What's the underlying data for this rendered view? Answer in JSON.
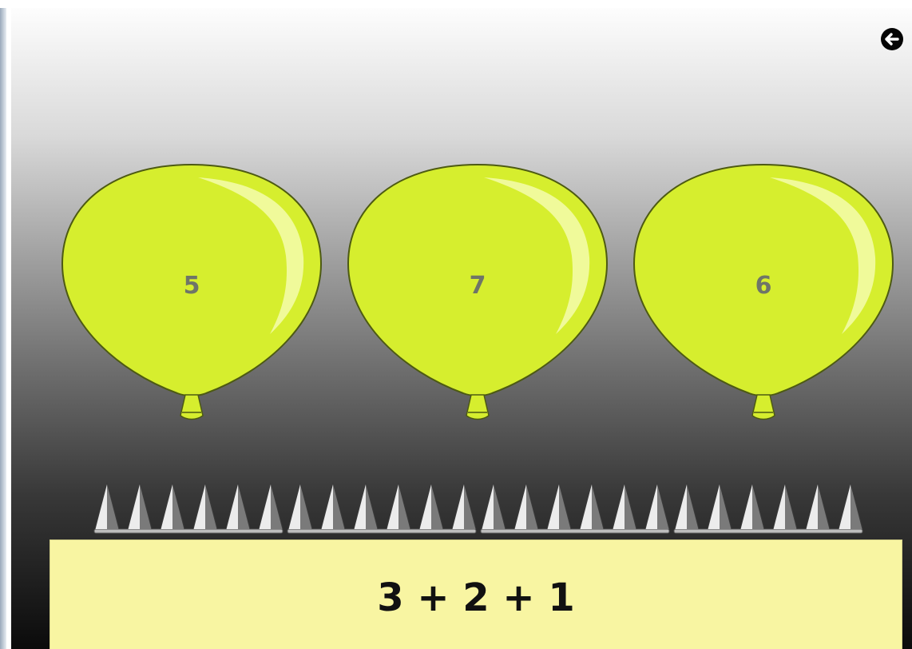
{
  "game": {
    "balloons": [
      {
        "number": "5"
      },
      {
        "number": "7"
      },
      {
        "number": "6"
      }
    ],
    "expression": "3 + 2 + 1"
  },
  "controls": {
    "back_icon": "arrow-left-circle-icon"
  },
  "colors": {
    "balloon_fill": "#d6ee2e",
    "balloon_highlight": "#f0fa9a",
    "balloon_outline": "#4d5a12",
    "balloon_number": "#6f7568",
    "panel_background": "#f8f5a2",
    "expression_text": "#111111",
    "spike_light": "#ececec",
    "spike_dark": "#6f6f6f"
  }
}
